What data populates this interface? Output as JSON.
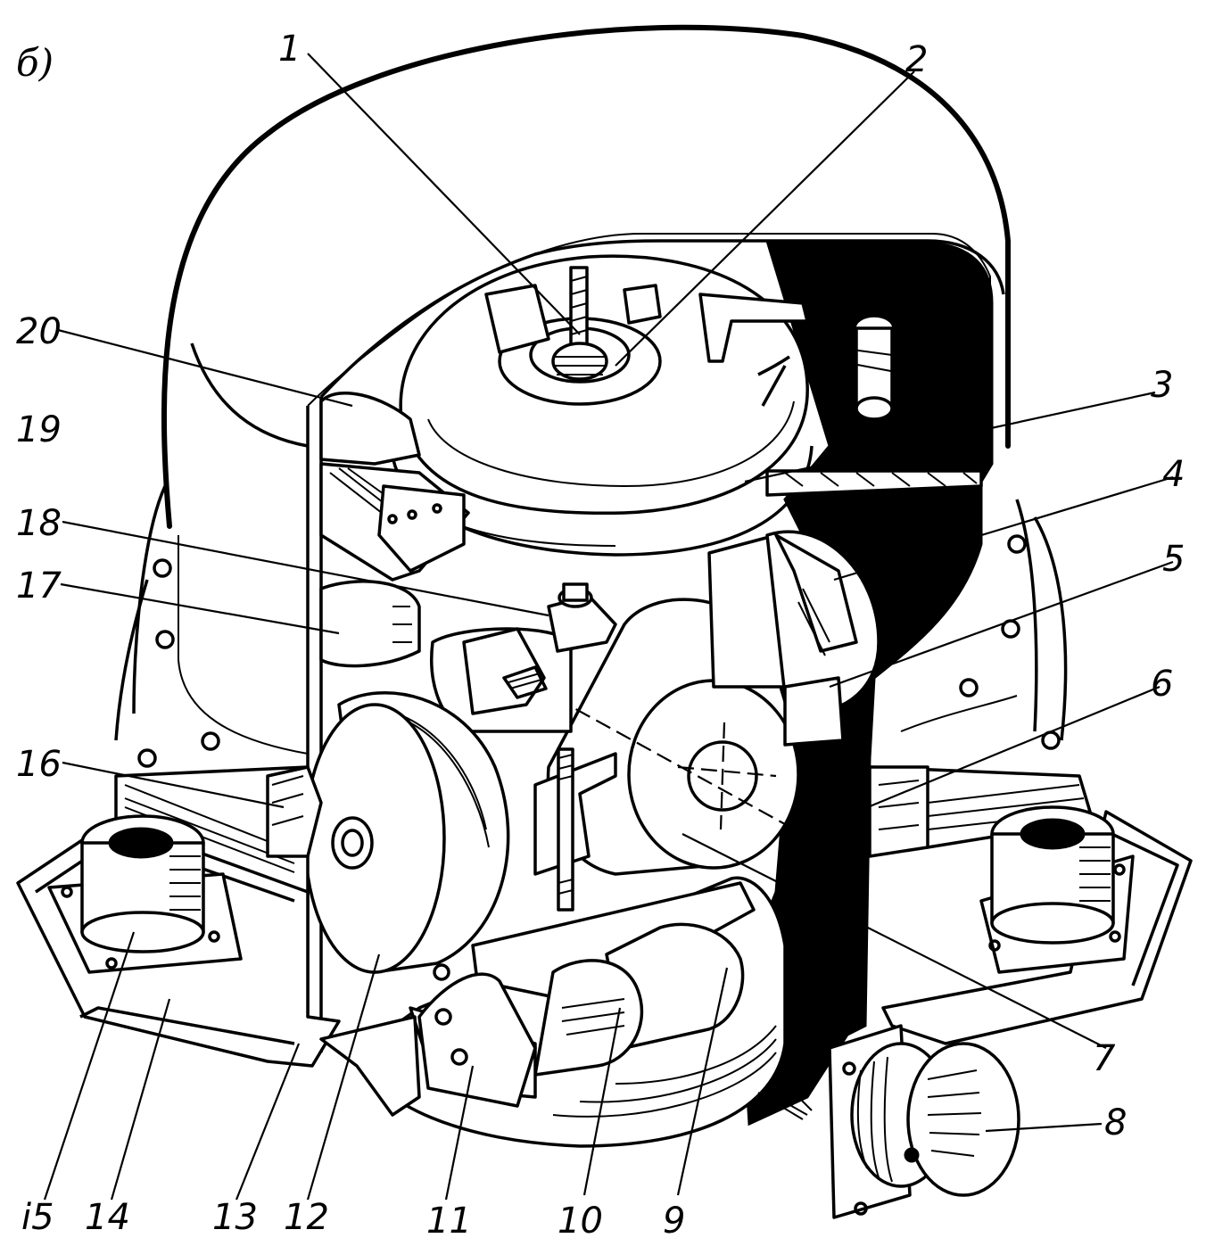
{
  "figure": {
    "panel_letter": "б)",
    "labels": [
      "1",
      "2",
      "3",
      "4",
      "5",
      "6",
      "7",
      "8",
      "9",
      "10",
      "11",
      "12",
      "13",
      "14",
      "і5",
      "16",
      "17",
      "18",
      "19",
      "20"
    ]
  }
}
